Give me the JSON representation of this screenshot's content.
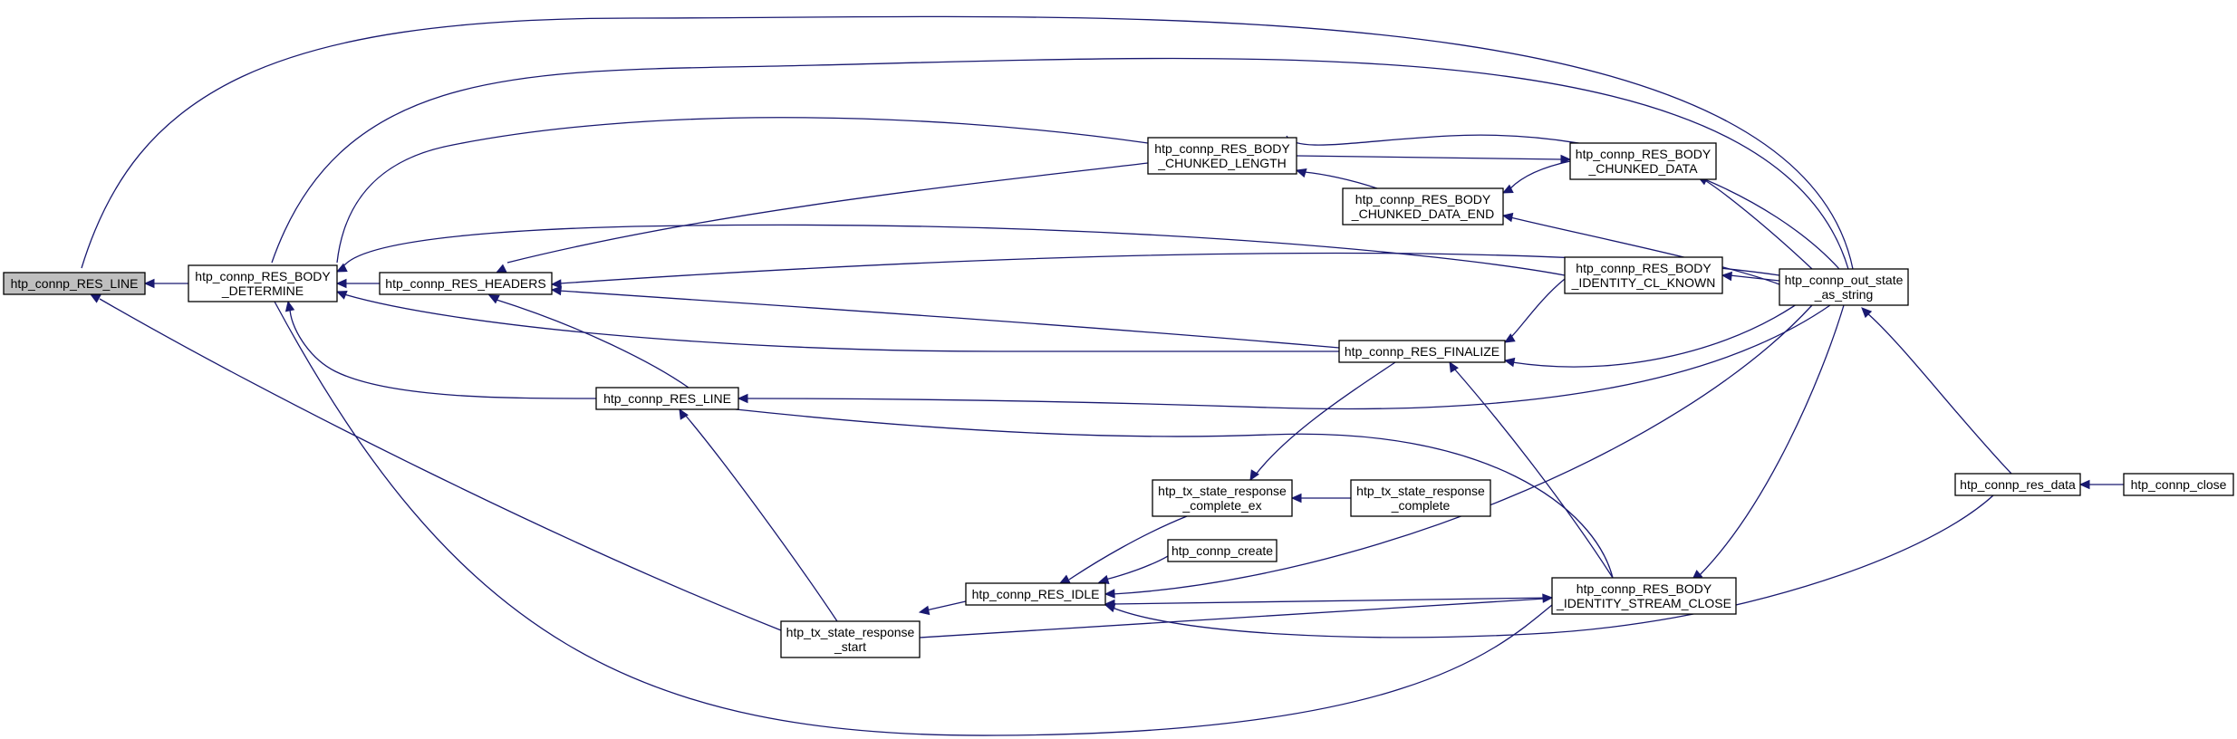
{
  "colors": {
    "edge": "#191970",
    "focus_fill": "#bfbfbf",
    "node_fill": "#ffffff",
    "node_border": "#000000"
  },
  "nodes": [
    {
      "id": "res_line_focus",
      "lines": [
        "htp_connp_RES_LINE"
      ],
      "focus": true
    },
    {
      "id": "body_determine",
      "lines": [
        "htp_connp_RES_BODY",
        "_DETERMINE"
      ]
    },
    {
      "id": "headers",
      "lines": [
        "htp_connp_RES_HEADERS"
      ]
    },
    {
      "id": "res_line",
      "lines": [
        "htp_connp_RES_LINE"
      ]
    },
    {
      "id": "tx_response_start",
      "lines": [
        "htp_tx_state_response",
        "_start"
      ]
    },
    {
      "id": "chunked_length",
      "lines": [
        "htp_connp_RES_BODY",
        "_CHUNKED_LENGTH"
      ]
    },
    {
      "id": "chunked_data_end",
      "lines": [
        "htp_connp_RES_BODY",
        "_CHUNKED_DATA_END"
      ]
    },
    {
      "id": "chunked_data",
      "lines": [
        "htp_connp_RES_BODY",
        "_CHUNKED_DATA"
      ]
    },
    {
      "id": "identity_cl_known",
      "lines": [
        "htp_connp_RES_BODY",
        "_IDENTITY_CL_KNOWN"
      ]
    },
    {
      "id": "finalize",
      "lines": [
        "htp_connp_RES_FINALIZE"
      ]
    },
    {
      "id": "tx_response_complete_ex",
      "lines": [
        "htp_tx_state_response",
        "_complete_ex"
      ]
    },
    {
      "id": "tx_response_complete",
      "lines": [
        "htp_tx_state_response",
        "_complete"
      ]
    },
    {
      "id": "connp_create",
      "lines": [
        "htp_connp_create"
      ]
    },
    {
      "id": "res_idle",
      "lines": [
        "htp_connp_RES_IDLE"
      ]
    },
    {
      "id": "identity_stream_close",
      "lines": [
        "htp_connp_RES_BODY",
        "_IDENTITY_STREAM_CLOSE"
      ]
    },
    {
      "id": "out_state_as_string",
      "lines": [
        "htp_connp_out_state",
        "_as_string"
      ]
    },
    {
      "id": "res_data",
      "lines": [
        "htp_connp_res_data"
      ]
    },
    {
      "id": "connp_close",
      "lines": [
        "htp_connp_close"
      ]
    }
  ]
}
